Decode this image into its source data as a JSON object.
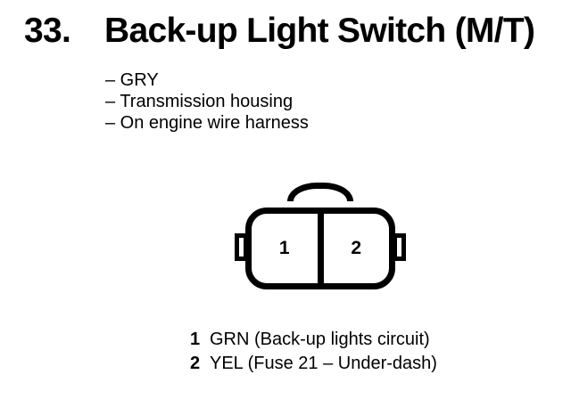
{
  "colors": {
    "background": "#ffffff",
    "ink": "#000000"
  },
  "heading": {
    "number": "33.",
    "title": "Back-up Light Switch (M/T)"
  },
  "details": {
    "items": [
      "– GRY",
      "– Transmission housing",
      "– On engine wire harness"
    ]
  },
  "connector": {
    "pins": [
      {
        "number": "1"
      },
      {
        "number": "2"
      }
    ]
  },
  "legend": {
    "rows": [
      {
        "pin": "1",
        "description": "GRN (Back-up lights circuit)"
      },
      {
        "pin": "2",
        "description": "YEL (Fuse 21 – Under-dash)"
      }
    ]
  }
}
